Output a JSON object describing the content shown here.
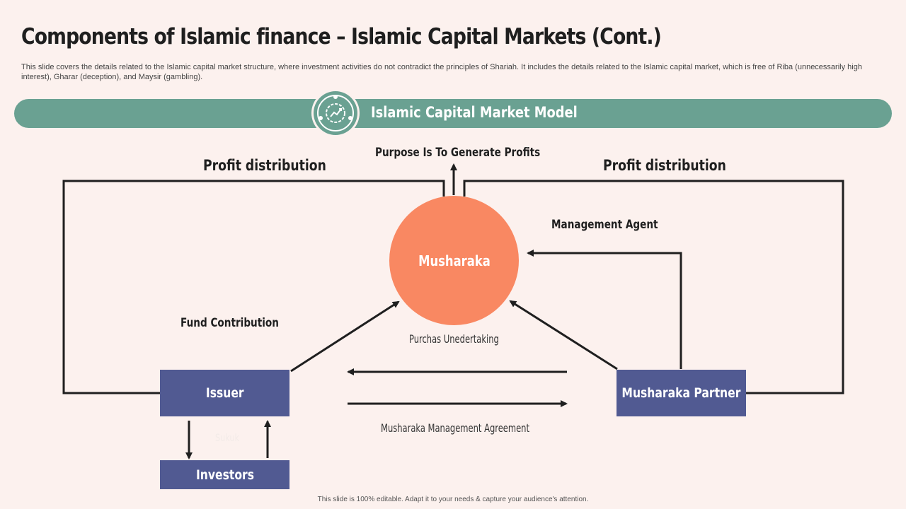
{
  "page": {
    "title": "Components of Islamic finance – Islamic Capital Markets (Cont.)",
    "subtitle": "This slide covers the details related to the Islamic capital market structure, where investment activities do not contradict the principles of Shariah. It includes the details related to the Islamic capital market, which is free of Riba (unnecessarily high interest), Gharar (deception), and Maysir (gambling).",
    "footer": "This slide is 100% editable.  Adapt it to your needs & capture your audience's attention."
  },
  "banner": {
    "title": "Islamic Capital Market Model",
    "icon": "growth-gear-icon",
    "color": "#6aa192"
  },
  "diagram": {
    "center_node": "Musharaka",
    "nodes": {
      "issuer": "Issuer",
      "investors": "Investors",
      "partner": "Musharaka Partner"
    },
    "labels": {
      "purpose": "Purpose Is To Generate Profits",
      "profit_left": "Profit distribution",
      "profit_right": "Profit distribution",
      "management_agent": "Management Agent",
      "fund_contribution": "Fund Contribution",
      "purchase": "Purchas Unedertaking",
      "agreement": "Musharaka Management Agreement",
      "sukuk": "Sukuk"
    },
    "colors": {
      "center": "#f98862",
      "box": "#515a92",
      "line": "#1f1f1f",
      "background": "#fcf1ee"
    }
  }
}
